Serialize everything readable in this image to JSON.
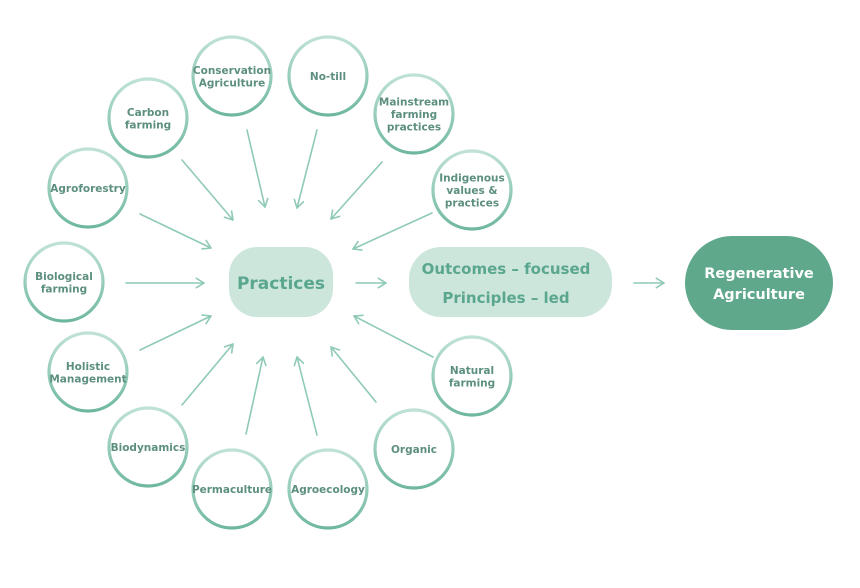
{
  "colors": {
    "ring": "#7fc2ab",
    "arrow": "#8fcab6",
    "pill_fill": "#cde6dc",
    "pill_text": "#5aa68e",
    "regen_fill": "#5fa88c",
    "bubble_text": "#5c8f80"
  },
  "practices": [
    {
      "id": "conservation-agriculture",
      "lines": [
        "Conservation",
        "Agriculture"
      ]
    },
    {
      "id": "no-till",
      "lines": [
        "No-till"
      ]
    },
    {
      "id": "mainstream-farming-practices",
      "lines": [
        "Mainstream",
        "farming",
        "practices"
      ]
    },
    {
      "id": "indigenous-values-practices",
      "lines": [
        "Indigenous",
        "values &",
        "practices"
      ]
    },
    {
      "id": "natural-farming",
      "lines": [
        "Natural",
        "farming"
      ]
    },
    {
      "id": "organic",
      "lines": [
        "Organic"
      ]
    },
    {
      "id": "agroecology",
      "lines": [
        "Agroecology"
      ]
    },
    {
      "id": "permaculture",
      "lines": [
        "Permaculture"
      ]
    },
    {
      "id": "biodynamics",
      "lines": [
        "Biodynamics"
      ]
    },
    {
      "id": "holistic-management",
      "lines": [
        "Holistic",
        "Management"
      ]
    },
    {
      "id": "biological-farming",
      "lines": [
        "Biological",
        "farming"
      ]
    },
    {
      "id": "agroforestry",
      "lines": [
        "Agroforestry"
      ]
    },
    {
      "id": "carbon-farming",
      "lines": [
        "Carbon",
        "farming"
      ]
    }
  ],
  "center": {
    "label": "Practices"
  },
  "outcomes": {
    "line1": "Outcomes – focused",
    "line2": "Principles – led"
  },
  "result": {
    "lines": [
      "Regenerative",
      "Agriculture"
    ]
  }
}
